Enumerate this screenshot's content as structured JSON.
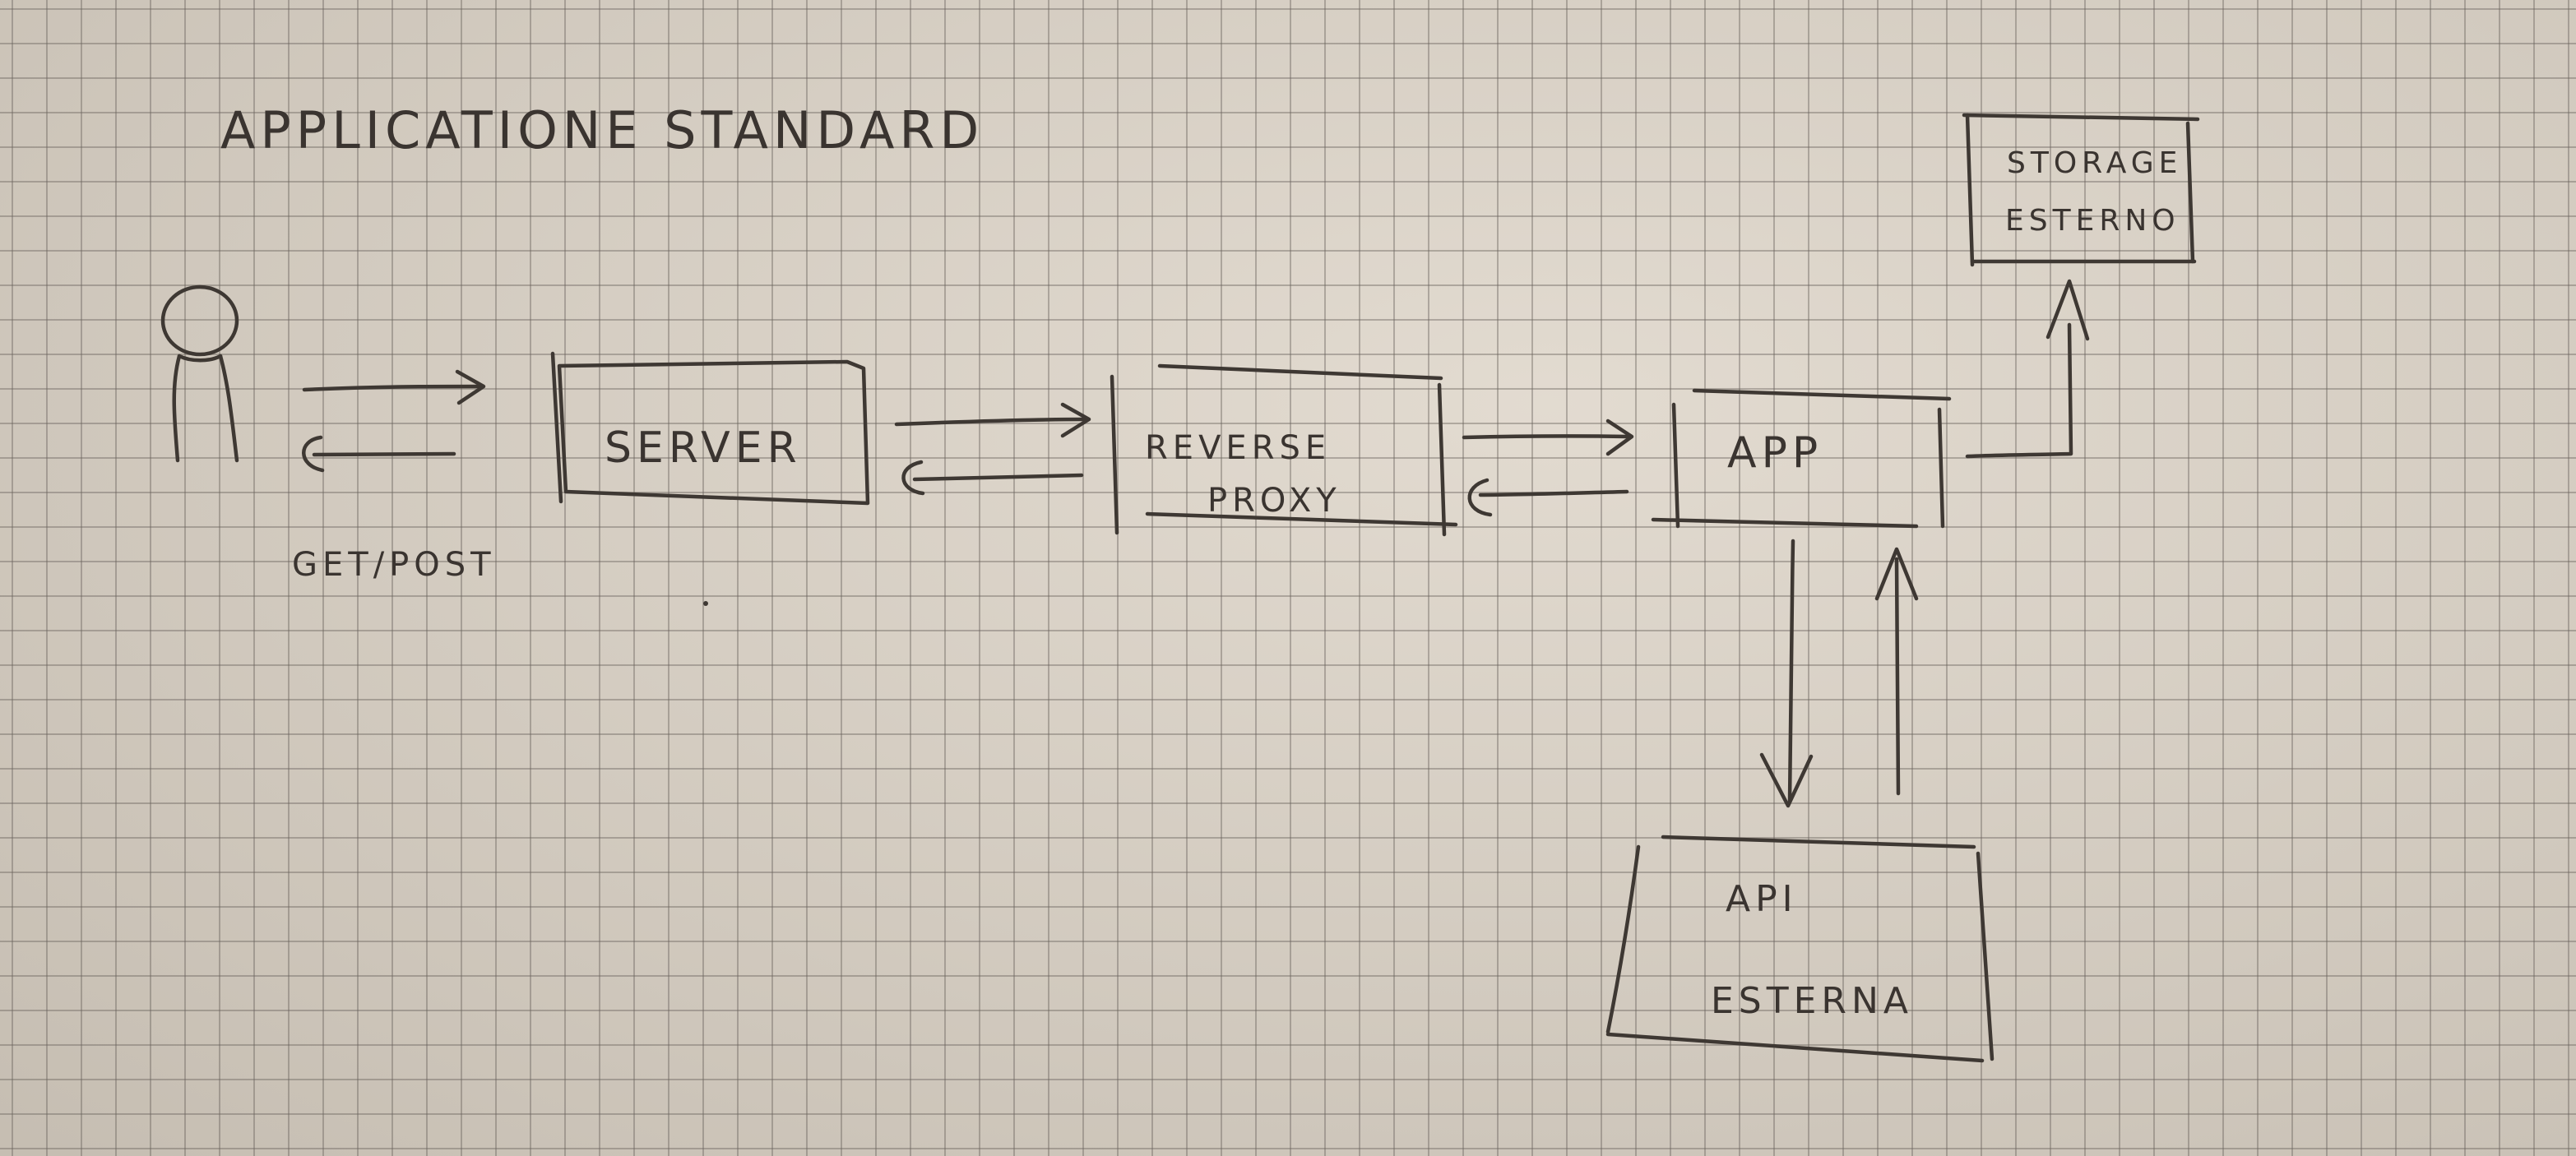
{
  "title": "APPLICATIONE STANDARD",
  "request_label": "GET/POST",
  "nodes": {
    "server": {
      "label": "SERVER"
    },
    "reverse_proxy": {
      "line1": "REVERSE",
      "line2": "PROXY"
    },
    "app": {
      "label": "APP"
    },
    "storage": {
      "line1": "STORAGE",
      "line2": "ESTERNO"
    },
    "api": {
      "line1": "API",
      "line2": "ESTERNA"
    }
  },
  "colors": {
    "paper": "#dcd3c6",
    "grid": "#69625c",
    "ink": "#3e3833"
  }
}
